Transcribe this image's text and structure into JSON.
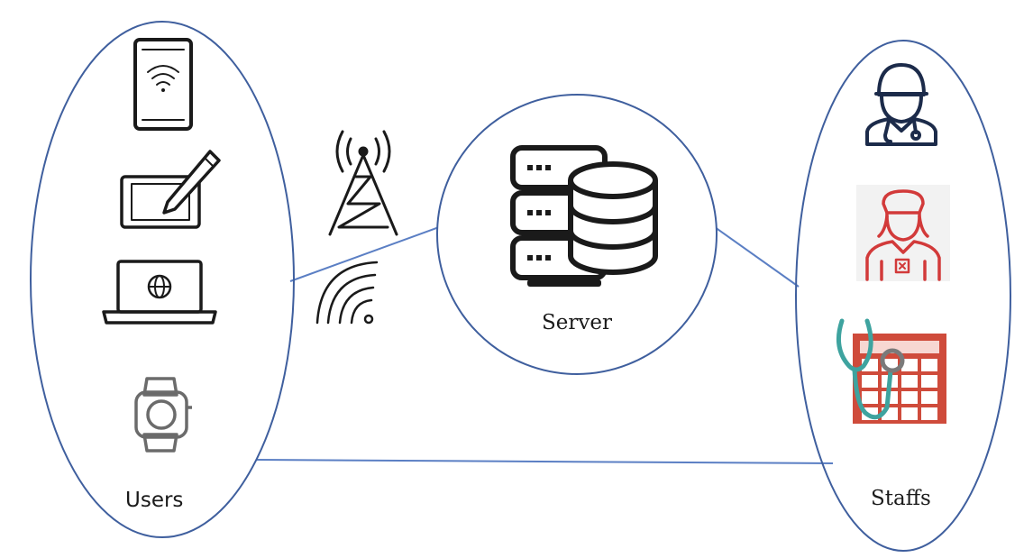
{
  "labels": {
    "users": "Users",
    "server": "Server",
    "staffs": "Staffs"
  },
  "groups": {
    "users": {
      "devices": [
        "smartphone-icon",
        "tablet-stylus-icon",
        "laptop-globe-icon",
        "smartwatch-icon"
      ]
    },
    "server": {
      "icon": "server-database-icon"
    },
    "staffs": {
      "roles": [
        "doctor-icon",
        "nurse-icon",
        "stethoscope-calendar-icon"
      ]
    }
  },
  "connectivity": [
    "cell-tower-icon",
    "wifi-signal-icon"
  ],
  "colors": {
    "outline": "#3f5f9e",
    "connector": "#5b7fc4",
    "icon_dark": "#1a1a1a",
    "doctor": "#1c2b4a",
    "nurse": "#d23a3a",
    "calendar": "#cf4b3b",
    "stethoscope": "#3ea39f",
    "watch": "#6b6b6b"
  }
}
